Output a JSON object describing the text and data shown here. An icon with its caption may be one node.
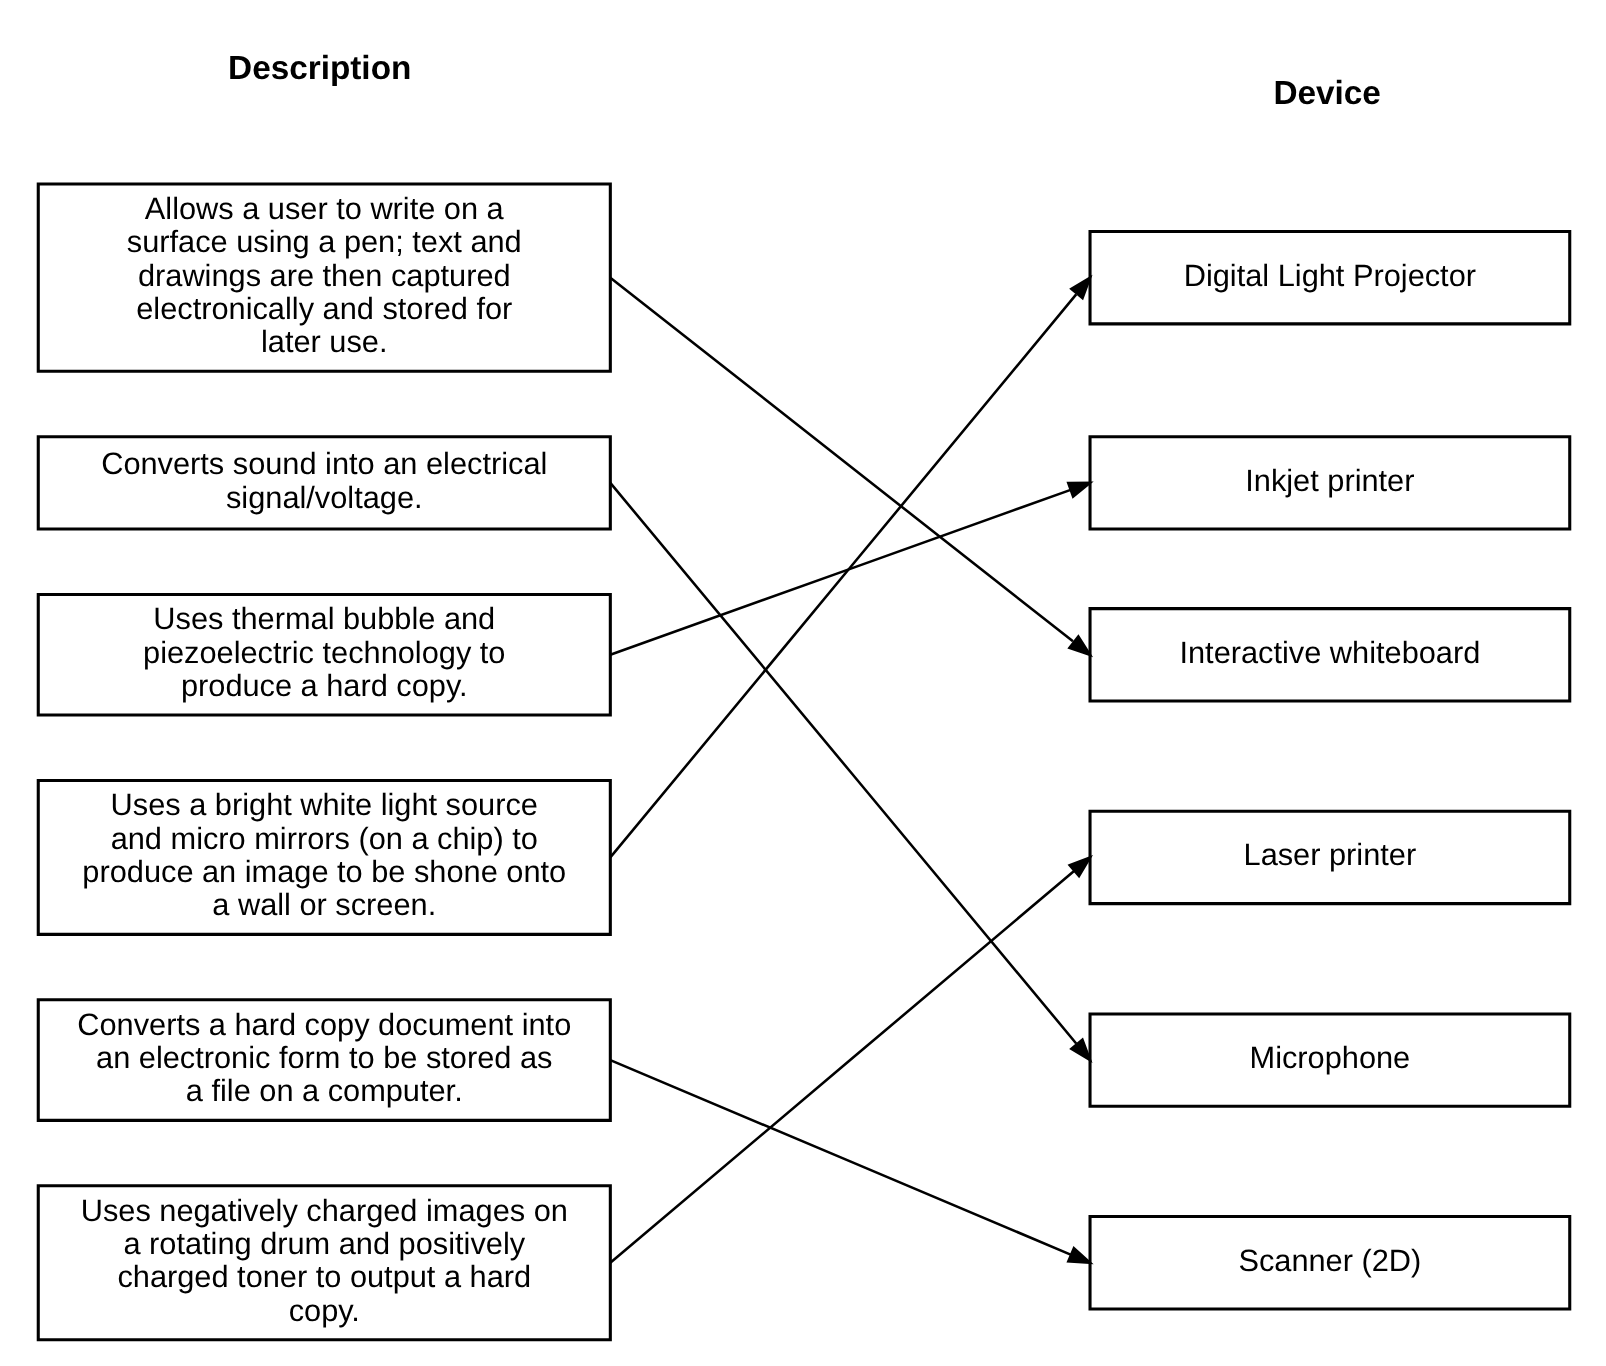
{
  "diagram": {
    "nodes": [
      {
        "text": [
          "Allows a user to write on a surface using a pen; text and drawings are then captured electronically and stored for later use."
        ]
      },
      {
        "text": [
          "Converts sound into an electrical signal/voltage."
        ]
      },
      {
        "text": [
          "Uses thermal bubble and piezoelectric technology to produce a hard copy."
        ]
      },
      {
        "text": [
          "Uses a bright white light source and micro mirrors (on a chip) to produce an image to be shone onto a wall or screen."
        ]
      },
      {
        "text": [
          "Converts a hard copy document into an electronic form to be stored as a file on a computer."
        ]
      },
      {
        "text": [
          "Uses negatively charged images on a rotating drum and positively charged toner to output a hard copy."
        ]
      },
      {
        "text": [
          "Digital Light Projector"
        ]
      },
      {
        "text": [
          "Inkjet printer"
        ]
      },
      {
        "text": [
          "Interactive whiteboard"
        ]
      },
      {
        "text": [
          "Laser printer"
        ]
      },
      {
        "text": [
          "Microphone"
        ]
      },
      {
        "text": [
          "Scanner (2D)"
        ]
      }
    ],
    "edges": [
      {
        "from": 0,
        "to": 8,
        "arrow": "to"
      },
      {
        "from": 1,
        "to": 10,
        "arrow": "to"
      },
      {
        "from": 2,
        "to": 7,
        "arrow": "to"
      },
      {
        "from": 3,
        "to": 6,
        "arrow": "to"
      },
      {
        "from": 4,
        "to": 11,
        "arrow": "to"
      },
      {
        "from": 5,
        "to": 9,
        "arrow": "to"
      }
    ],
    "labels": [
      "Description",
      "Device"
    ]
  }
}
